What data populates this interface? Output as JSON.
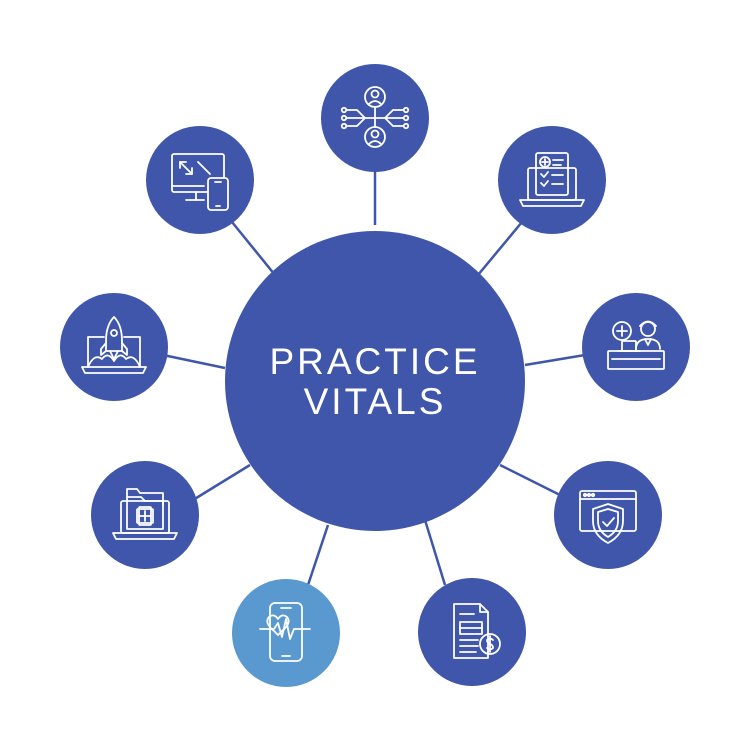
{
  "hub": {
    "title_line1": "PRACTICE",
    "title_line2": "VITALS",
    "color": "#3f56ab"
  },
  "colors": {
    "node": "#3f56ab",
    "node_highlight": "#5a99cf",
    "connector": "#3f56ab",
    "icon_stroke": "#ffffff",
    "background": "#ffffff"
  },
  "nodes": [
    {
      "id": "referral-network",
      "icon": "people-network-icon",
      "highlight": false
    },
    {
      "id": "online-intake",
      "icon": "laptop-checklist-icon",
      "highlight": false
    },
    {
      "id": "telehealth",
      "icon": "doctor-at-desk-icon",
      "highlight": false
    },
    {
      "id": "security",
      "icon": "browser-shield-icon",
      "highlight": false
    },
    {
      "id": "billing",
      "icon": "invoice-dollar-icon",
      "highlight": false
    },
    {
      "id": "remote-monitoring",
      "icon": "phone-heartbeat-icon",
      "highlight": true
    },
    {
      "id": "medical-records",
      "icon": "laptop-folder-medical-icon",
      "highlight": false
    },
    {
      "id": "launch",
      "icon": "laptop-rocket-icon",
      "highlight": false
    },
    {
      "id": "responsive-design",
      "icon": "monitor-phone-icon",
      "highlight": false
    }
  ]
}
